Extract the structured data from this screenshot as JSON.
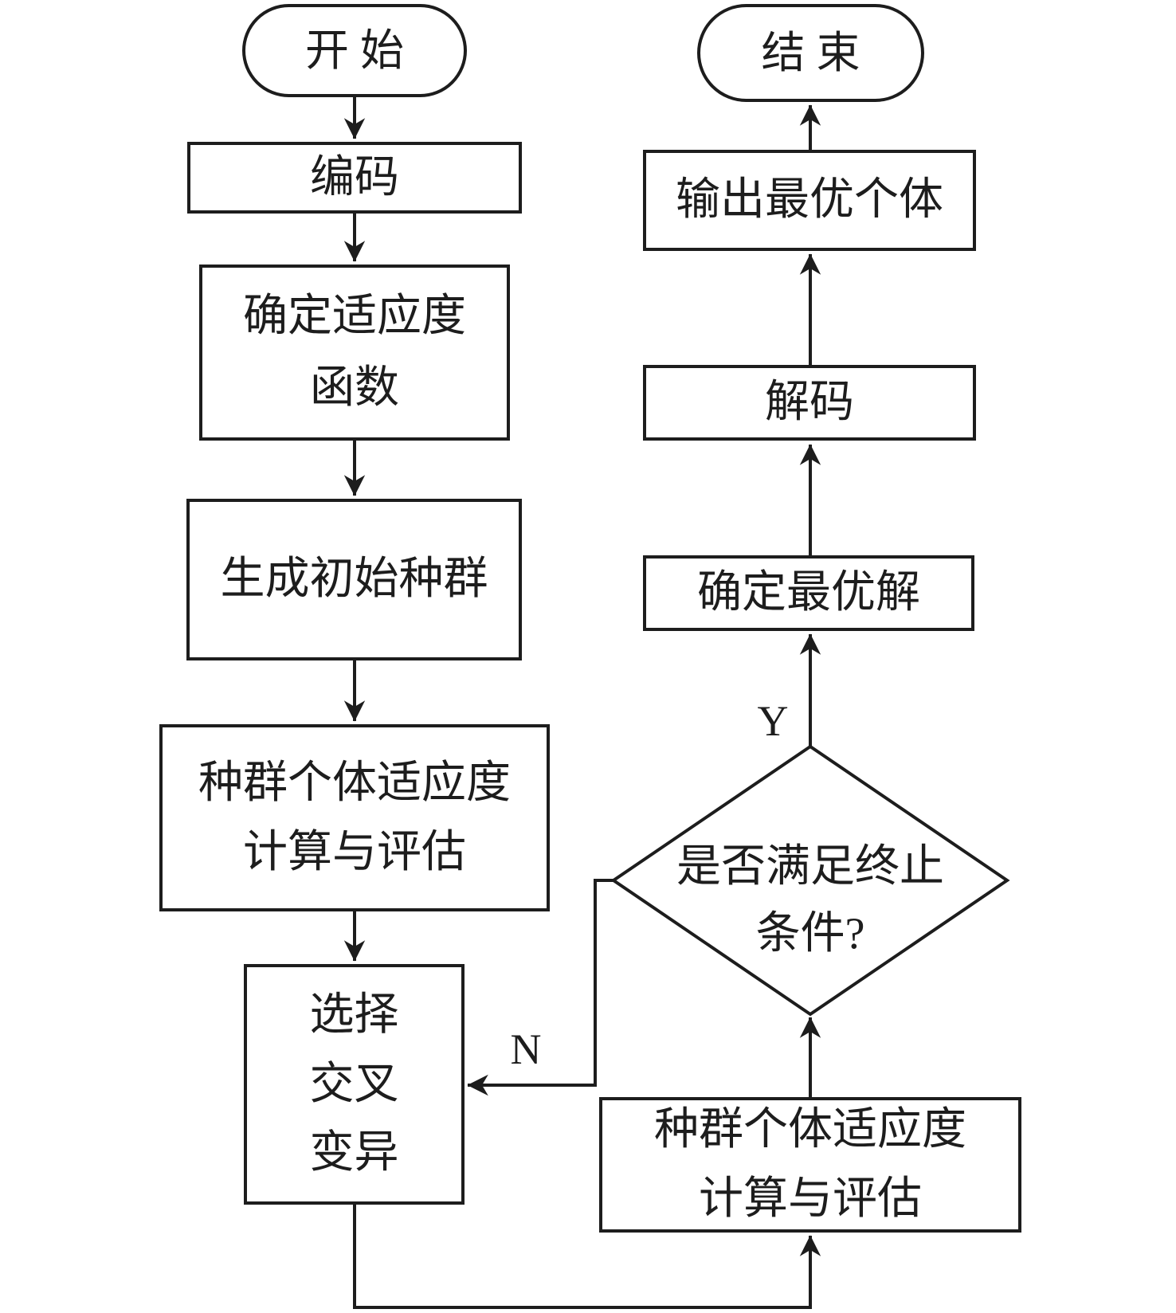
{
  "flowchart": {
    "nodes": {
      "start": {
        "label": "开始"
      },
      "encode": {
        "label": "编码"
      },
      "fitness_function": {
        "lines": [
          "确定适应度",
          "函数"
        ]
      },
      "initial_population": {
        "label": "生成初始种群"
      },
      "evaluation_1": {
        "lines": [
          "种群个体适应度",
          "计算与评估"
        ]
      },
      "selection": {
        "lines": [
          "选择",
          "交叉",
          "变异"
        ]
      },
      "condition": {
        "lines": [
          "是否满足终止",
          "条件?"
        ]
      },
      "evaluation_2": {
        "lines": [
          "种群个体适应度",
          "计算与评估"
        ]
      },
      "optimal_solution": {
        "label": "确定最优解"
      },
      "decode": {
        "label": "解码"
      },
      "output_best": {
        "label": "输出最优个体"
      },
      "end": {
        "label": "结束"
      }
    },
    "branch_labels": {
      "yes": "Y",
      "no": "N"
    },
    "colors": {
      "line": "#1d1d1d",
      "text": "#1d1d1d",
      "node_fill": "#ffffff",
      "background": "#ffffff"
    }
  }
}
